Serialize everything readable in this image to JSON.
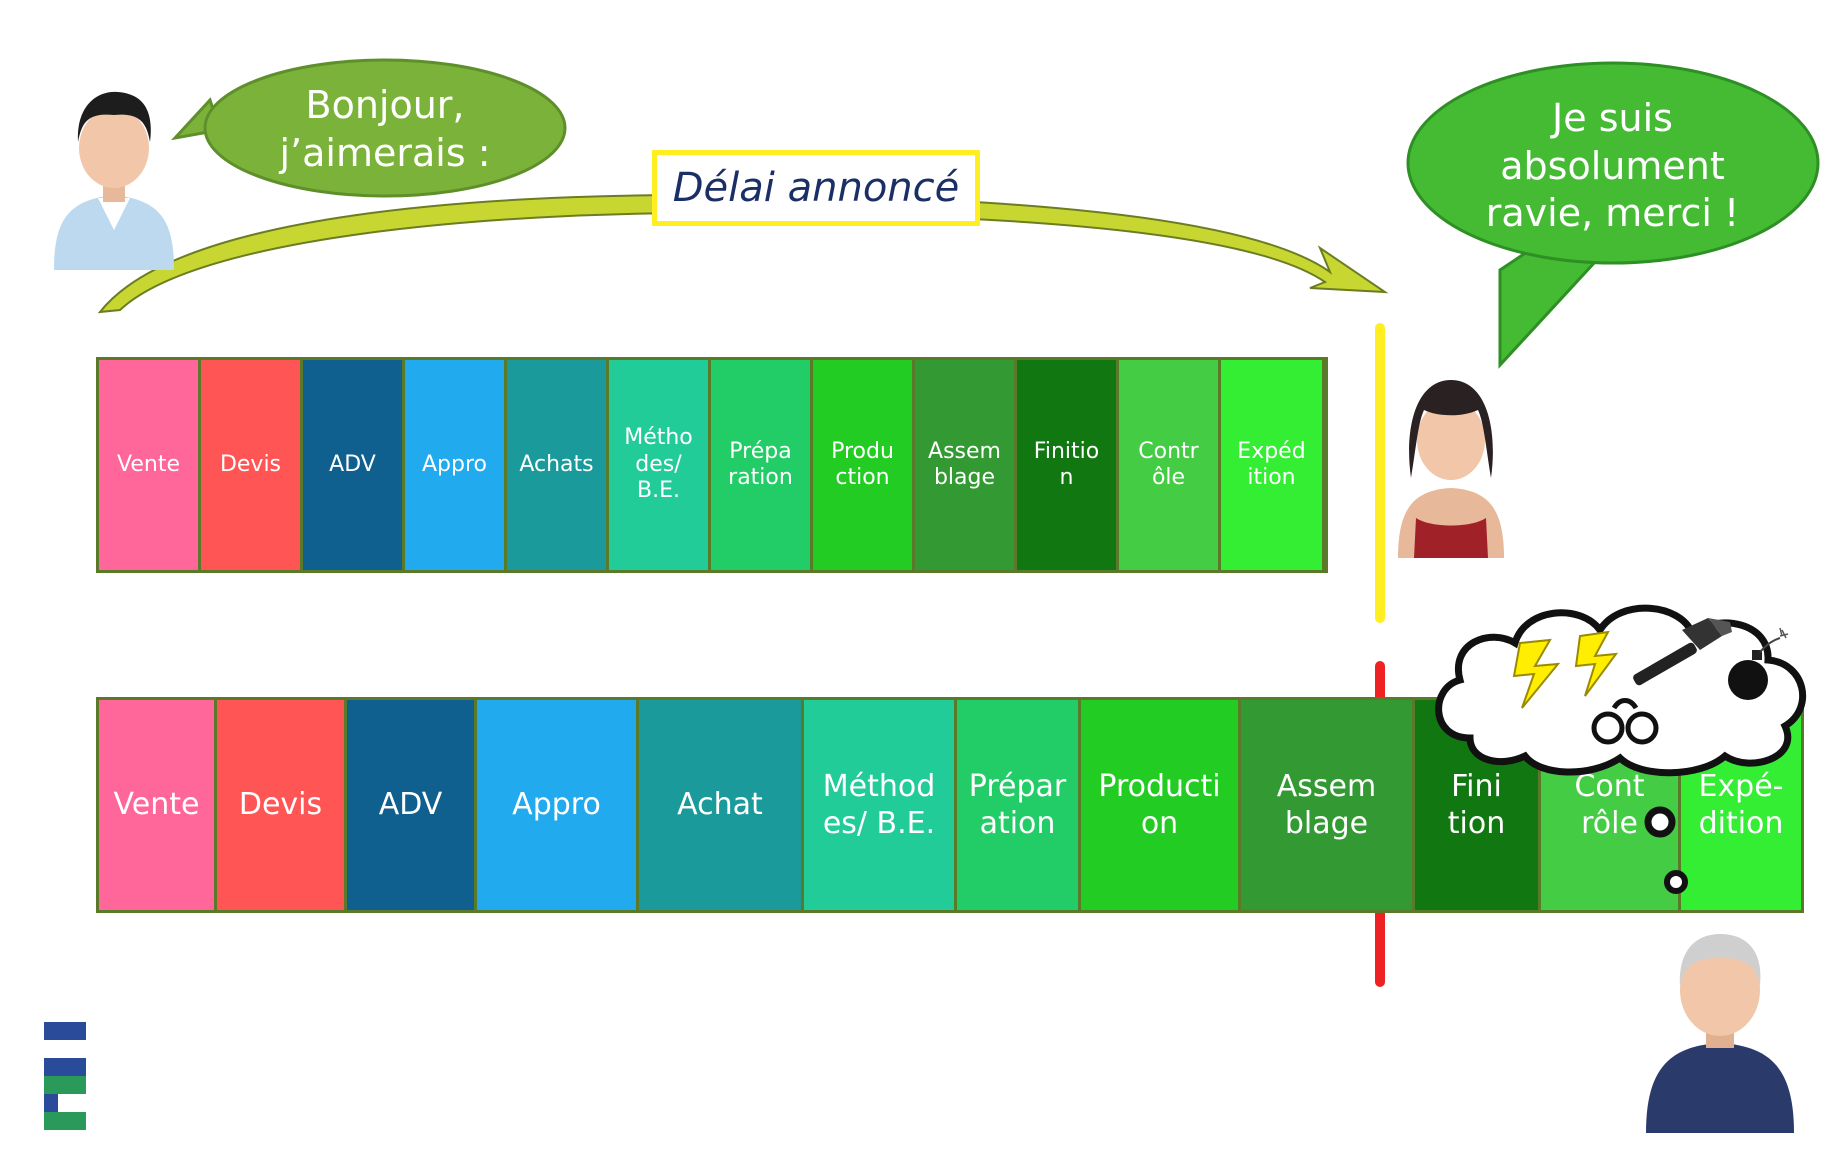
{
  "bubbles": {
    "customer_request": "Bonjour,\nj’aimerais :",
    "customer_happy": "Je suis\nabsolument\nravie, merci !"
  },
  "delay_label": "Délai annoncé",
  "planned_steps": [
    {
      "label": "Vente",
      "color": "#ff6699"
    },
    {
      "label": "Devis",
      "color": "#ff5555"
    },
    {
      "label": "ADV",
      "color": "#0f5f8f"
    },
    {
      "label": "Appro",
      "color": "#22aaee"
    },
    {
      "label": "Achats",
      "color": "#1a9a9a"
    },
    {
      "label": "Métho\ndes/\nB.E.",
      "color": "#22cc99"
    },
    {
      "label": "Prépa\nration",
      "color": "#22cc66"
    },
    {
      "label": "Produ\nction",
      "color": "#22cc22"
    },
    {
      "label": "Assem\nblage",
      "color": "#339933"
    },
    {
      "label": "Finitio\nn",
      "color": "#117711"
    },
    {
      "label": "Contr\nôle",
      "color": "#44cc44"
    },
    {
      "label": "Expéd\nition",
      "color": "#33ee33"
    }
  ],
  "actual_steps": [
    {
      "label": "Vente",
      "color": "#ff6699"
    },
    {
      "label": "Devis",
      "color": "#ff5555"
    },
    {
      "label": "ADV",
      "color": "#0f5f8f"
    },
    {
      "label": "Appro",
      "color": "#22aaee"
    },
    {
      "label": "Achat",
      "color": "#1a9a9a"
    },
    {
      "label": "Méthod\nes/ B.E.",
      "color": "#22cc99"
    },
    {
      "label": "Prépar\nation",
      "color": "#22cc66"
    },
    {
      "label": "Producti\non",
      "color": "#22cc22"
    },
    {
      "label": "Assem\nblage",
      "color": "#339933"
    },
    {
      "label": "Fini\ntion",
      "color": "#117711"
    },
    {
      "label": "Cont\nrôle",
      "color": "#44cc44"
    },
    {
      "label": "Expé-\ndition",
      "color": "#33ee33"
    }
  ],
  "colors": {
    "bubble_left": "#7bb33a",
    "bubble_right": "#44bb33",
    "arrow": "#c8d632",
    "deadline_planned": "#ffee22",
    "deadline_actual": "#ee2222",
    "box_border": "#ffee22",
    "delay_text": "#1a2f66"
  },
  "icons": [
    "man-avatar-icon",
    "woman-avatar-icon",
    "elderly-man-avatar-icon",
    "lightning-icon",
    "hammer-icon",
    "bomb-icon",
    "handcuffs-icon",
    "logo-icon"
  ]
}
